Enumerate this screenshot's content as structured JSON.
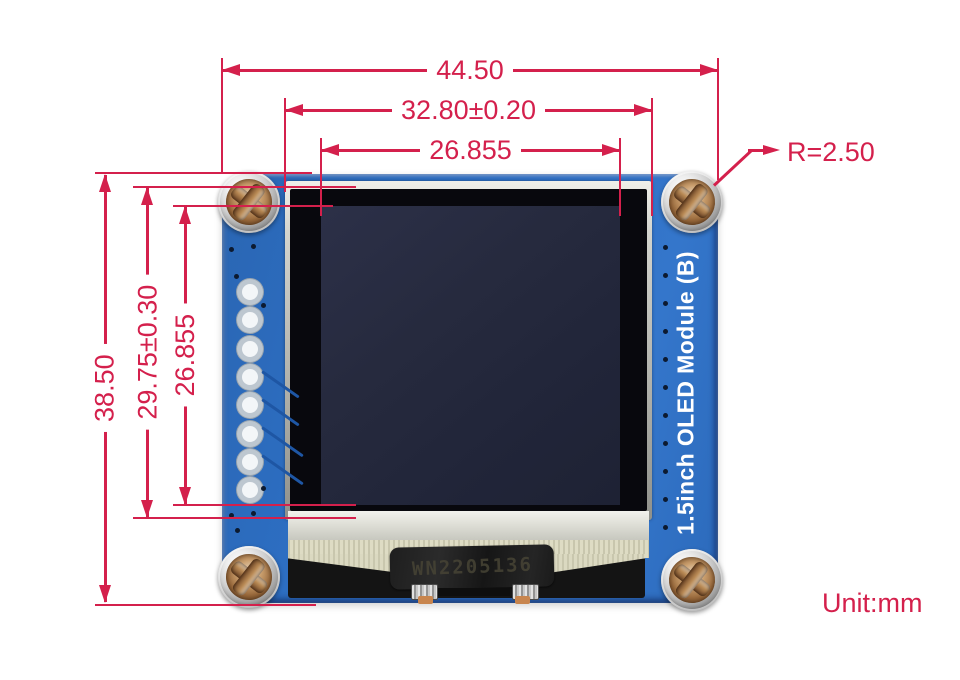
{
  "unit_note": "Unit:mm",
  "module": {
    "side_label": "1.5inch OLED Module (B)",
    "connector_marking": "WN2205136",
    "pin_count": 8
  },
  "dimensions": {
    "overall_width": "44.50",
    "glass_width": "32.80±0.20",
    "active_width": "26.855",
    "overall_height": "38.50",
    "glass_height": "29.75±0.30",
    "active_height": "26.855",
    "corner_radius": "R=2.50"
  },
  "colors": {
    "dimension_line": "#d4204c",
    "pcb_blue": "#2d6ec1",
    "screen_navy": "#212539",
    "bezel_black": "#08080d",
    "frame_silver": "#c9cac5",
    "flex_beige": "#d8d6bd",
    "side_label_text": "#ffffff"
  }
}
